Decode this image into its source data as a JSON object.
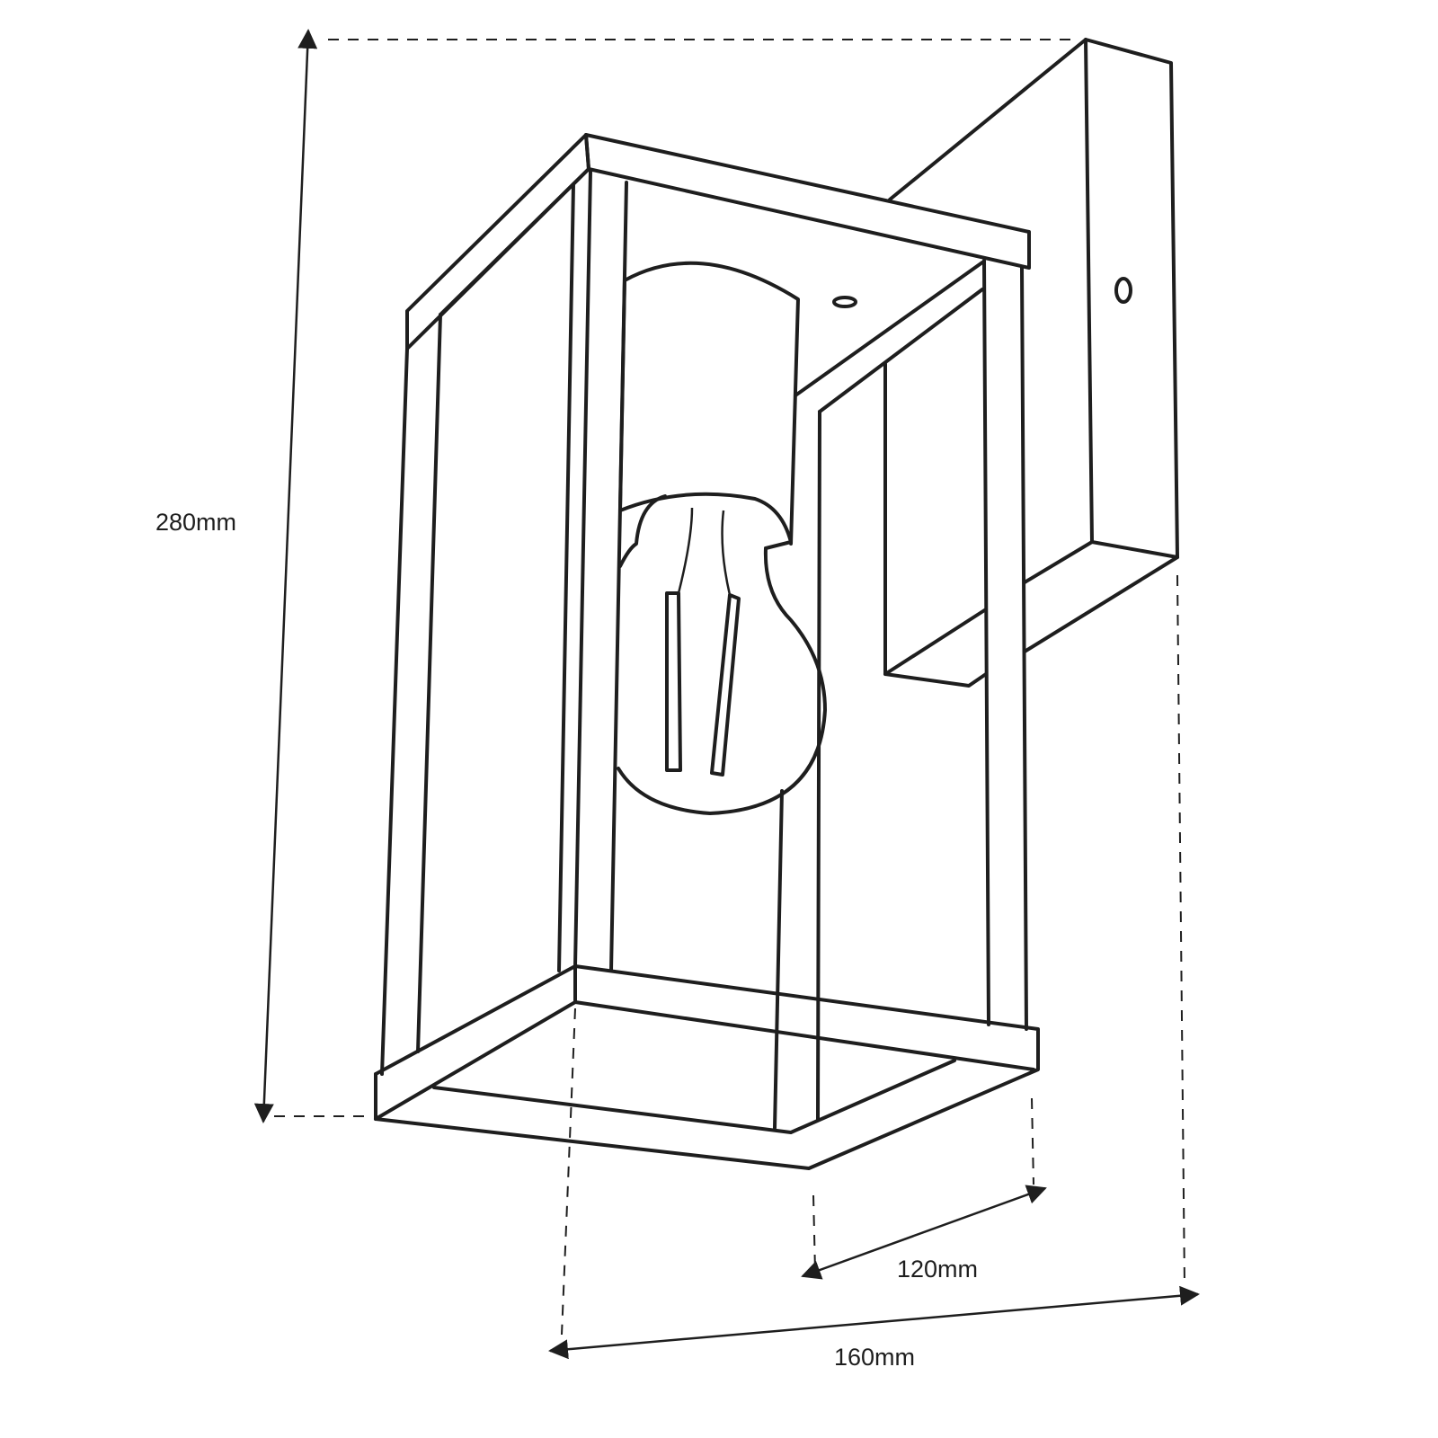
{
  "title": "Wall lantern dimension drawing",
  "dimensions": {
    "height": "280mm",
    "width": "120mm",
    "depth": "160mm"
  }
}
